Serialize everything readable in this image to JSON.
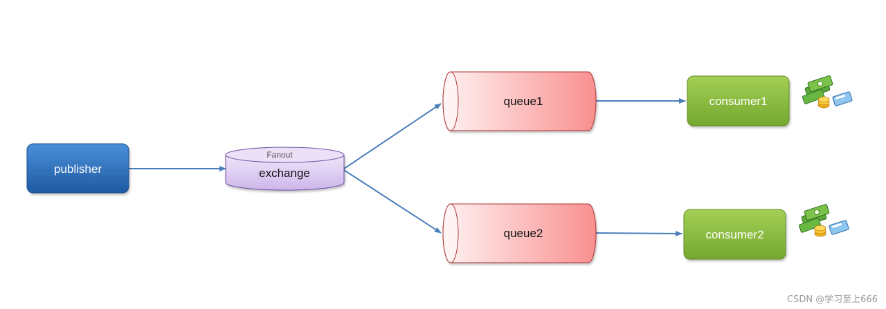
{
  "diagram": {
    "publisher": {
      "label": "publisher"
    },
    "exchange": {
      "label": "exchange",
      "type_label": "Fanout"
    },
    "queues": [
      {
        "label": "queue1"
      },
      {
        "label": "queue2"
      }
    ],
    "consumers": [
      {
        "label": "consumer1",
        "icon": "money-icon"
      },
      {
        "label": "consumer2",
        "icon": "money-icon"
      }
    ]
  },
  "colors": {
    "publisher": "#2e6db4",
    "exchange": "#d9c8ee",
    "queue": "#f99a9a",
    "consumer": "#8cbd3f",
    "arrow": "#4a7ebb"
  },
  "watermark": "CSDN @学习至上666"
}
